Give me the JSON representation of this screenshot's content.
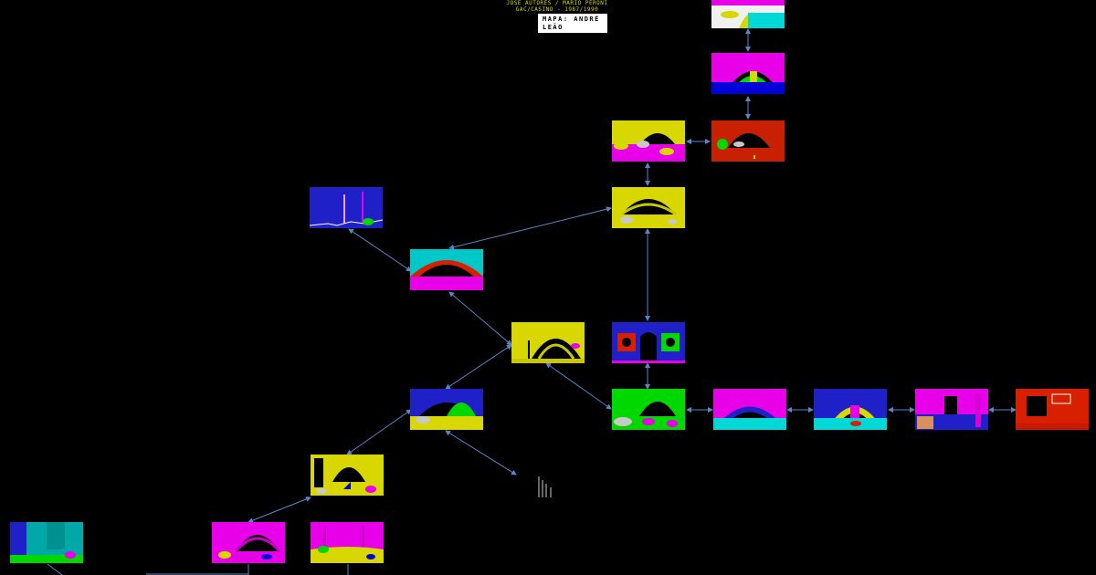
{
  "header": {
    "credits_line1": "JOSÉ AUTORES / MARIO PERONI",
    "credits_line2": "GAC/CASINO - 1987/1990",
    "map_label": "MAPA: ANDRÉ LEÃO"
  },
  "rooms": [
    {
      "id": "top-tower"
    },
    {
      "id": "magenta-arch"
    },
    {
      "id": "red-cave"
    },
    {
      "id": "yellow-cave-upper"
    },
    {
      "id": "yellow-cave-mid"
    },
    {
      "id": "blue-spikes"
    },
    {
      "id": "red-arch-teal"
    },
    {
      "id": "yellow-tunnel"
    },
    {
      "id": "skull-door"
    },
    {
      "id": "green-cave"
    },
    {
      "id": "blue-cave"
    },
    {
      "id": "magenta-cyan-cave"
    },
    {
      "id": "yellow-arch-door"
    },
    {
      "id": "magenta-barrel-room"
    },
    {
      "id": "red-exit-room"
    },
    {
      "id": "yellow-rock-room"
    },
    {
      "id": "teal-waterfall"
    },
    {
      "id": "magenta-dome"
    },
    {
      "id": "magenta-yellow-floor"
    }
  ]
}
